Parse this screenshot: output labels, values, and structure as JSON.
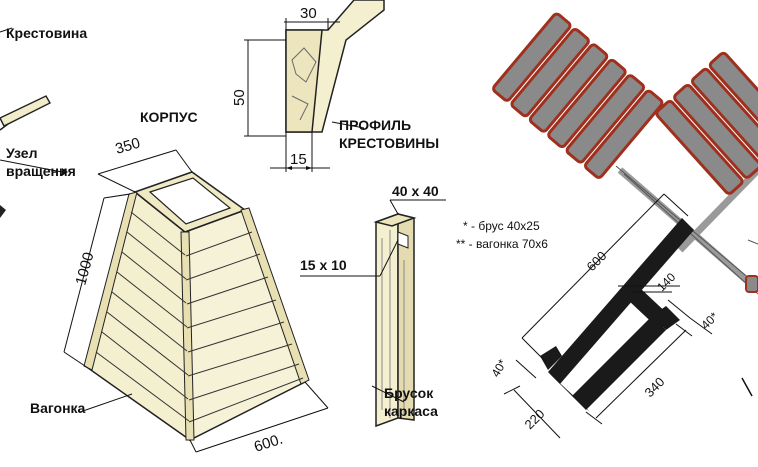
{
  "labels": {
    "krestovina": "Крестовина",
    "uzel_line1": "Узел",
    "uzel_line2": "вращения",
    "korpus": "КОРПУС",
    "profil_line1": "ПРОФИЛЬ",
    "profil_line2": "КРЕСТОВИНЫ",
    "vagonka": "Вагонка",
    "brusok_line1": "Брусок",
    "brusok_line2": "каркаса"
  },
  "dimensions": {
    "profile_top": "30",
    "profile_height": "50",
    "profile_bottom": "15",
    "korpus_top": "350",
    "korpus_height": "1000",
    "korpus_base": "600.",
    "bar_size": "40 x 40",
    "groove_size": "15 x 10",
    "plan_length": "600",
    "plan_inner": "140",
    "plan_340": "340",
    "plan_220": "220",
    "plan_40_left": "40*",
    "plan_40_right": "40*"
  },
  "legend": {
    "line1": "* - брус 40x25",
    "line2": "** - вагонка 70x6"
  },
  "colors": {
    "plank_fill": "#8a8a8a",
    "plank_stroke": "#a0301e",
    "frame_fill": "#1a1a1a",
    "wood_fill": "#f3efcf"
  }
}
